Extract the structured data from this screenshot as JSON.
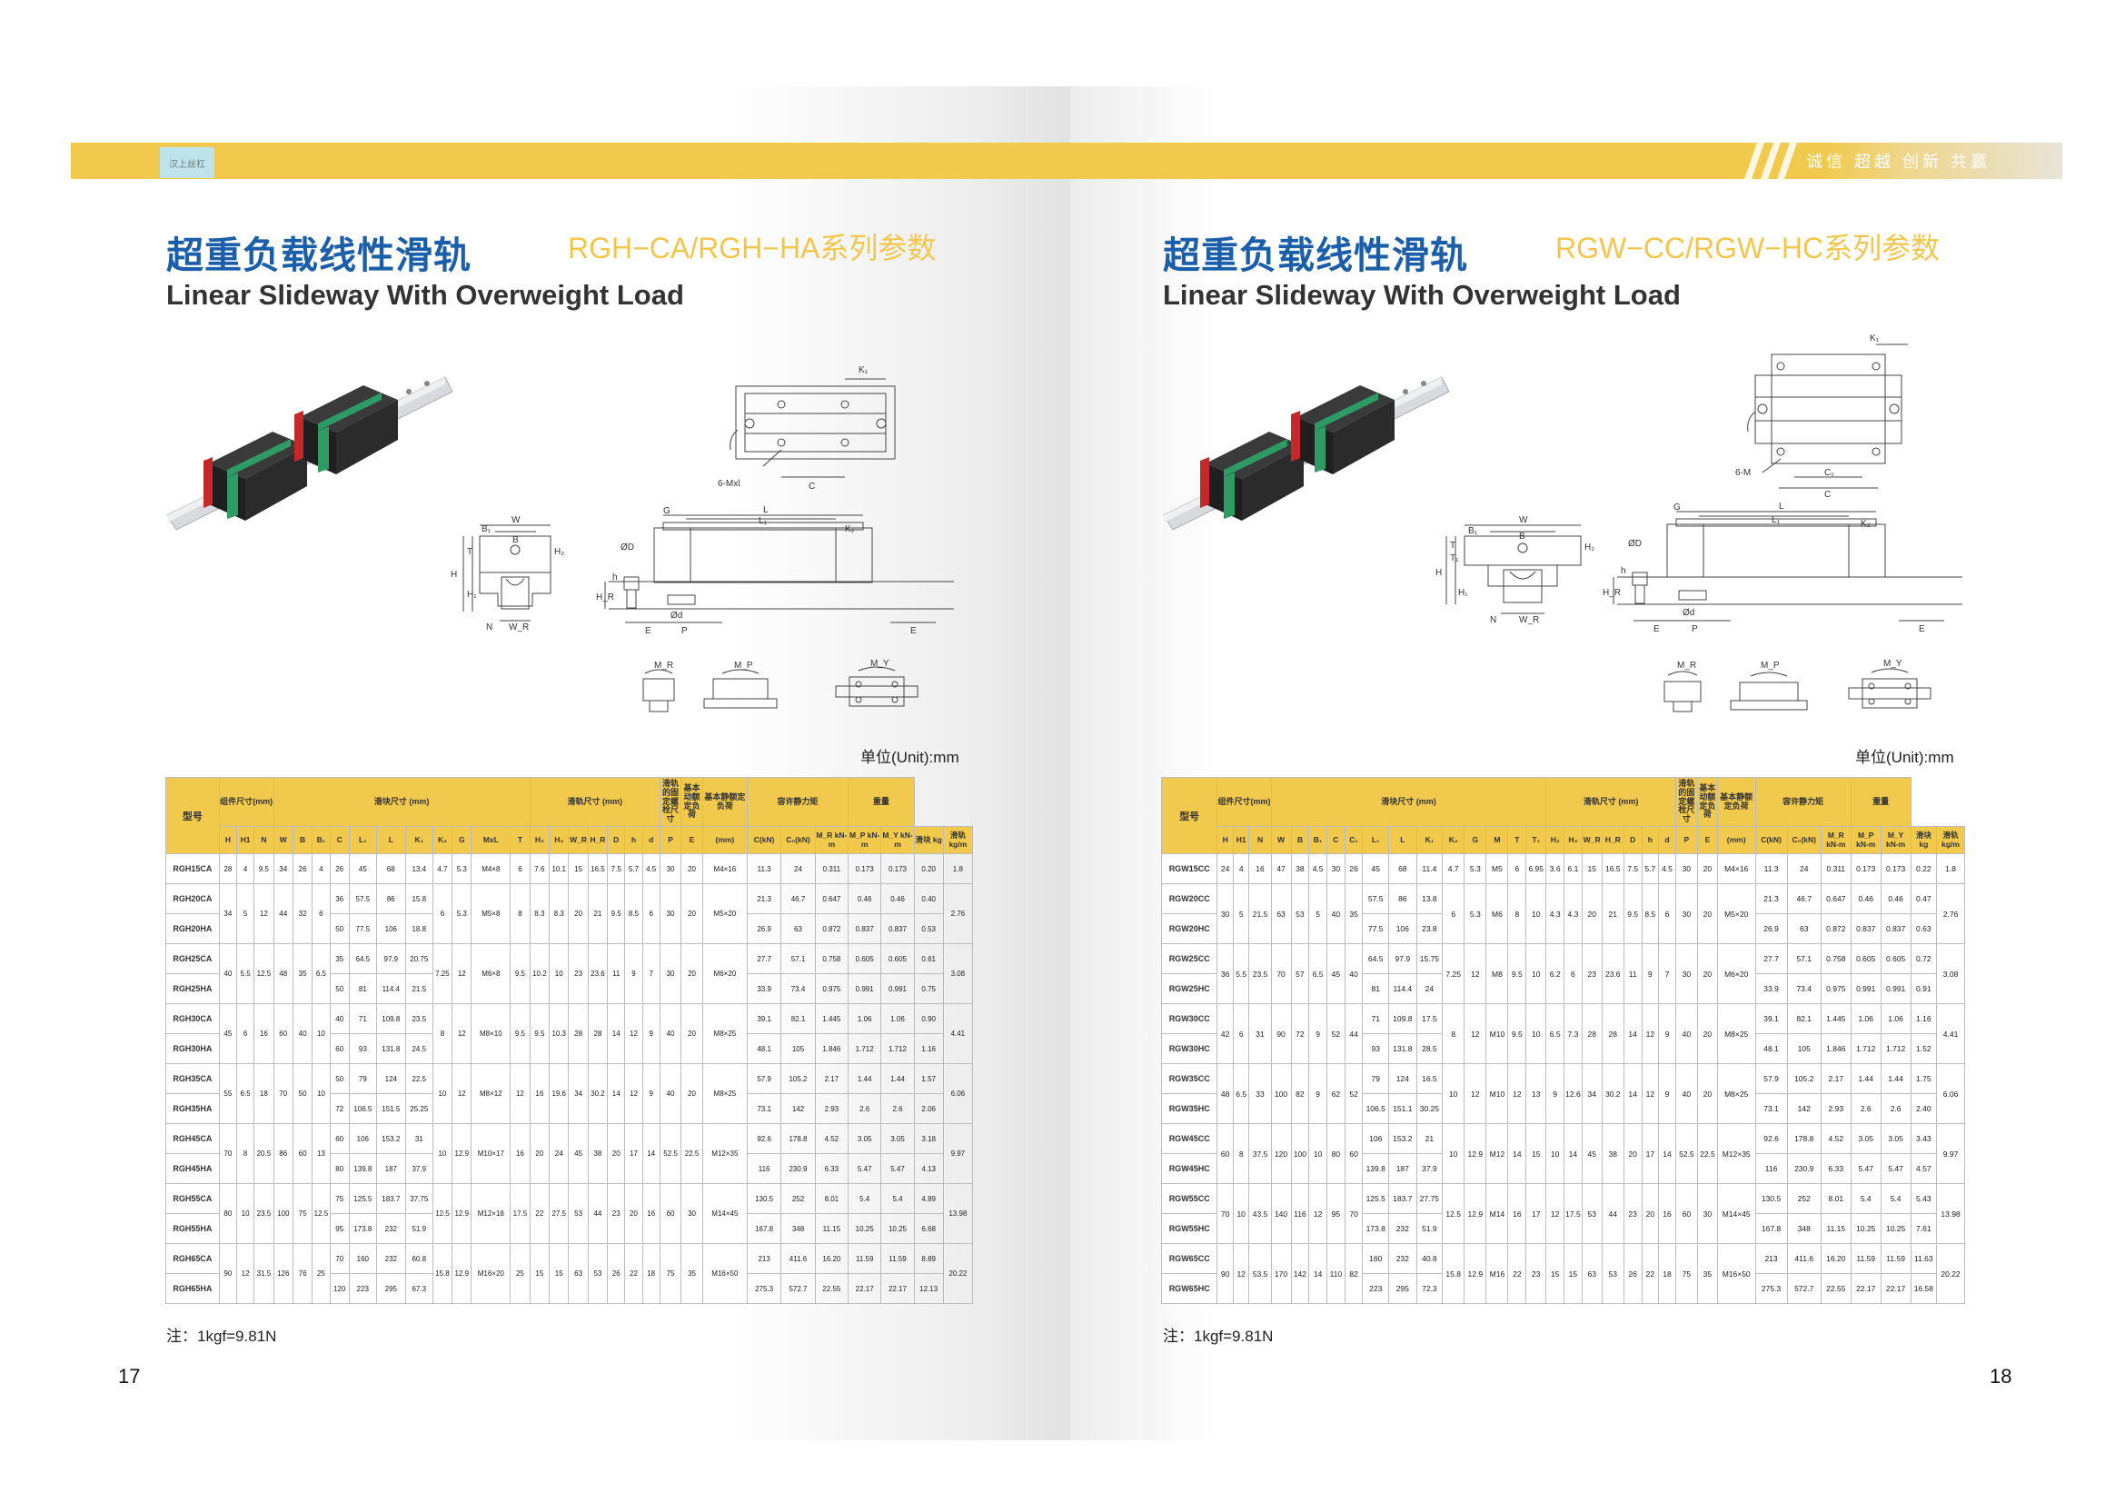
{
  "header": {
    "tag_left": "汉上丝杠",
    "slogan": "诚信 超越 创新 共赢"
  },
  "left_page": {
    "title_cn": "超重负载线性滑轨",
    "series": "RGH−CA/RGH−HA系列参数",
    "title_en": "Linear Slideway With Overweight Load",
    "unit": "单位(Unit):mm",
    "note": "注：1kgf=9.81N",
    "page_number": "17",
    "diagram": {
      "top": [
        "K₁",
        "6-Mxl",
        "C"
      ],
      "front": [
        "W",
        "B",
        "B₁",
        "T",
        "H₂",
        "H",
        "H₁",
        "N",
        "W_R"
      ],
      "side": [
        "G",
        "L",
        "L₁",
        "K₂",
        "ØD",
        "h",
        "H_R",
        "Ød",
        "E",
        "P",
        "E"
      ],
      "moments": [
        "M_R",
        "M_P",
        "M_Y"
      ]
    }
  },
  "right_page": {
    "title_cn": "超重负载线性滑轨",
    "series": "RGW−CC/RGW−HC系列参数",
    "title_en": "Linear Slideway With Overweight Load",
    "unit": "单位(Unit):mm",
    "note": "注：1kgf=9.81N",
    "page_number": "18",
    "diagram": {
      "top": [
        "K₁",
        "6-M",
        "C₁",
        "C"
      ],
      "front": [
        "W",
        "B₁",
        "B",
        "T",
        "T₁",
        "H₂",
        "H",
        "H₁",
        "N",
        "W_R"
      ],
      "side": [
        "G",
        "L",
        "L₁",
        "K₂",
        "ØD",
        "h",
        "H_R",
        "Ød",
        "E",
        "P",
        "E"
      ],
      "moments": [
        "M_R",
        "M_P",
        "M_Y"
      ]
    }
  },
  "left_table": {
    "group_headers": {
      "model": "型号",
      "assembly": "组件尺寸(mm)",
      "block": "滑块尺寸 (mm)",
      "rail": "滑轨尺寸 (mm)",
      "bolt": "滑轨的固定螺栓尺寸",
      "dyn": "基本动额定负荷",
      "stat": "基本静额定负荷",
      "moment": "容许静力矩",
      "weight": "重量"
    },
    "sub_headers": [
      "H",
      "H1",
      "N",
      "W",
      "B",
      "B₁",
      "C",
      "L₁",
      "L",
      "K₁",
      "K₂",
      "G",
      "MxL",
      "T",
      "H₂",
      "H₃",
      "W_R",
      "H_R",
      "D",
      "h",
      "d",
      "P",
      "E",
      "(mm)",
      "C(kN)",
      "C₀(kN)",
      "M_R kN-m",
      "M_P kN-m",
      "M_Y kN-m",
      "滑块 kg",
      "滑轨 kg/m"
    ],
    "rows": [
      [
        "RGH15CA",
        "28",
        "4",
        "9.5",
        "34",
        "26",
        "4",
        "26",
        "45",
        "68",
        "13.4",
        "4.7",
        "5.3",
        "M4×8",
        "6",
        "7.6",
        "10.1",
        "15",
        "16.5",
        "7.5",
        "5.7",
        "4.5",
        "30",
        "20",
        "M4×16",
        "11.3",
        "24",
        "0.311",
        "0.173",
        "0.173",
        "0.20",
        "1.8"
      ],
      [
        "RGH20CA",
        "34",
        "5",
        "12",
        "44",
        "32",
        "6",
        "36",
        "57.5",
        "86",
        "15.8",
        "6",
        "5.3",
        "M5×8",
        "8",
        "8.3",
        "8.3",
        "20",
        "21",
        "9.5",
        "8.5",
        "6",
        "30",
        "20",
        "M5×20",
        "21.3",
        "46.7",
        "0.647",
        "0.46",
        "0.46",
        "0.40",
        "2.76"
      ],
      [
        "RGH20HA",
        "",
        "",
        "",
        "",
        "",
        "",
        "50",
        "77.5",
        "106",
        "18.8",
        "",
        "",
        "",
        "",
        "",
        "",
        "",
        "",
        "",
        "",
        "",
        "",
        "",
        "",
        "26.9",
        "63",
        "0.872",
        "0.837",
        "0.837",
        "0.53",
        ""
      ],
      [
        "RGH25CA",
        "40",
        "5.5",
        "12.5",
        "48",
        "35",
        "6.5",
        "35",
        "64.5",
        "97.9",
        "20.75",
        "7.25",
        "12",
        "M6×8",
        "9.5",
        "10.2",
        "10",
        "23",
        "23.6",
        "11",
        "9",
        "7",
        "30",
        "20",
        "M6×20",
        "27.7",
        "57.1",
        "0.758",
        "0.605",
        "0.605",
        "0.61",
        "3.08"
      ],
      [
        "RGH25HA",
        "",
        "",
        "",
        "",
        "",
        "",
        "50",
        "81",
        "114.4",
        "21.5",
        "",
        "",
        "",
        "",
        "",
        "",
        "",
        "",
        "",
        "",
        "",
        "",
        "",
        "",
        "33.9",
        "73.4",
        "0.975",
        "0.991",
        "0.991",
        "0.75",
        ""
      ],
      [
        "RGH30CA",
        "45",
        "6",
        "16",
        "60",
        "40",
        "10",
        "40",
        "71",
        "109.8",
        "23.5",
        "8",
        "12",
        "M8×10",
        "9.5",
        "9.5",
        "10.3",
        "28",
        "28",
        "14",
        "12",
        "9",
        "40",
        "20",
        "M8×25",
        "39.1",
        "82.1",
        "1.445",
        "1.06",
        "1.06",
        "0.90",
        "4.41"
      ],
      [
        "RGH30HA",
        "",
        "",
        "",
        "",
        "",
        "",
        "60",
        "93",
        "131.8",
        "24.5",
        "",
        "",
        "",
        "",
        "",
        "",
        "",
        "",
        "",
        "",
        "",
        "",
        "",
        "",
        "48.1",
        "105",
        "1.846",
        "1.712",
        "1.712",
        "1.16",
        ""
      ],
      [
        "RGH35CA",
        "55",
        "6.5",
        "18",
        "70",
        "50",
        "10",
        "50",
        "79",
        "124",
        "22.5",
        "10",
        "12",
        "M8×12",
        "12",
        "16",
        "19.6",
        "34",
        "30.2",
        "14",
        "12",
        "9",
        "40",
        "20",
        "M8×25",
        "57.9",
        "105.2",
        "2.17",
        "1.44",
        "1.44",
        "1.57",
        "6.06"
      ],
      [
        "RGH35HA",
        "",
        "",
        "",
        "",
        "",
        "",
        "72",
        "106.5",
        "151.5",
        "25.25",
        "",
        "",
        "",
        "",
        "",
        "",
        "",
        "",
        "",
        "",
        "",
        "",
        "",
        "",
        "73.1",
        "142",
        "2.93",
        "2.6",
        "2.6",
        "2.06",
        ""
      ],
      [
        "RGH45CA",
        "70",
        "8",
        "20.5",
        "86",
        "60",
        "13",
        "60",
        "106",
        "153.2",
        "31",
        "10",
        "12.9",
        "M10×17",
        "16",
        "20",
        "24",
        "45",
        "38",
        "20",
        "17",
        "14",
        "52.5",
        "22.5",
        "M12×35",
        "92.6",
        "178.8",
        "4.52",
        "3.05",
        "3.05",
        "3.18",
        "9.97"
      ],
      [
        "RGH45HA",
        "",
        "",
        "",
        "",
        "",
        "",
        "80",
        "139.8",
        "187",
        "37.9",
        "",
        "",
        "",
        "",
        "",
        "",
        "",
        "",
        "",
        "",
        "",
        "",
        "",
        "",
        "116",
        "230.9",
        "6.33",
        "5.47",
        "5.47",
        "4.13",
        ""
      ],
      [
        "RGH55CA",
        "80",
        "10",
        "23.5",
        "100",
        "75",
        "12.5",
        "75",
        "125.5",
        "183.7",
        "37.75",
        "12.5",
        "12.9",
        "M12×18",
        "17.5",
        "22",
        "27.5",
        "53",
        "44",
        "23",
        "20",
        "16",
        "60",
        "30",
        "M14×45",
        "130.5",
        "252",
        "8.01",
        "5.4",
        "5.4",
        "4.89",
        "13.98"
      ],
      [
        "RGH55HA",
        "",
        "",
        "",
        "",
        "",
        "",
        "95",
        "173.8",
        "232",
        "51.9",
        "",
        "",
        "",
        "",
        "",
        "",
        "",
        "",
        "",
        "",
        "",
        "",
        "",
        "",
        "167.8",
        "348",
        "11.15",
        "10.25",
        "10.25",
        "6.68",
        ""
      ],
      [
        "RGH65CA",
        "90",
        "12",
        "31.5",
        "126",
        "76",
        "25",
        "70",
        "160",
        "232",
        "60.8",
        "15.8",
        "12.9",
        "M16×20",
        "25",
        "15",
        "15",
        "63",
        "53",
        "26",
        "22",
        "18",
        "75",
        "35",
        "M16×50",
        "213",
        "411.6",
        "16.20",
        "11.59",
        "11.59",
        "8.89",
        "20.22"
      ],
      [
        "RGH65HA",
        "",
        "",
        "",
        "",
        "",
        "",
        "120",
        "223",
        "295",
        "67.3",
        "",
        "",
        "",
        "",
        "",
        "",
        "",
        "",
        "",
        "",
        "",
        "",
        "",
        "",
        "275.3",
        "572.7",
        "22.55",
        "22.17",
        "22.17",
        "12.13",
        ""
      ]
    ]
  },
  "right_table": {
    "group_headers": {
      "model": "型号",
      "assembly": "组件尺寸(mm)",
      "block": "滑块尺寸 (mm)",
      "rail": "滑轨尺寸 (mm)",
      "bolt": "滑轨的固定螺栓尺寸",
      "dyn": "基本动额定负荷",
      "stat": "基本静额定负荷",
      "moment": "容许静力矩",
      "weight": "重量"
    },
    "sub_headers": [
      "H",
      "H1",
      "N",
      "W",
      "B",
      "B₁",
      "C",
      "C₁",
      "L₁",
      "L",
      "K₁",
      "K₂",
      "G",
      "M",
      "T",
      "T₁",
      "H₂",
      "H₃",
      "W_R",
      "H_R",
      "D",
      "h",
      "d",
      "P",
      "E",
      "(mm)",
      "C(kN)",
      "C₀(kN)",
      "M_R kN-m",
      "M_P kN-m",
      "M_Y kN-m",
      "滑块 kg",
      "滑轨 kg/m"
    ],
    "rows": [
      [
        "RGW15CC",
        "24",
        "4",
        "16",
        "47",
        "38",
        "4.5",
        "30",
        "26",
        "45",
        "68",
        "11.4",
        "4.7",
        "5.3",
        "M5",
        "6",
        "6.95",
        "3.6",
        "6.1",
        "15",
        "16.5",
        "7.5",
        "5.7",
        "4.5",
        "30",
        "20",
        "M4×16",
        "11.3",
        "24",
        "0.311",
        "0.173",
        "0.173",
        "0.22",
        "1.8"
      ],
      [
        "RGW20CC",
        "30",
        "5",
        "21.5",
        "63",
        "53",
        "5",
        "40",
        "35",
        "57.5",
        "86",
        "13.8",
        "6",
        "5.3",
        "M6",
        "8",
        "10",
        "4.3",
        "4.3",
        "20",
        "21",
        "9.5",
        "8.5",
        "6",
        "30",
        "20",
        "M5×20",
        "21.3",
        "46.7",
        "0.647",
        "0.46",
        "0.46",
        "0.47",
        "2.76"
      ],
      [
        "RGW20HC",
        "",
        "",
        "",
        "",
        "",
        "",
        "",
        "",
        "77.5",
        "106",
        "23.8",
        "",
        "",
        "",
        "",
        "",
        "",
        "",
        "",
        "",
        "",
        "",
        "",
        "",
        "",
        "",
        "26.9",
        "63",
        "0.872",
        "0.837",
        "0.837",
        "0.63",
        ""
      ],
      [
        "RGW25CC",
        "36",
        "5.5",
        "23.5",
        "70",
        "57",
        "6.5",
        "45",
        "40",
        "64.5",
        "97.9",
        "15.75",
        "7.25",
        "12",
        "M8",
        "9.5",
        "10",
        "6.2",
        "6",
        "23",
        "23.6",
        "11",
        "9",
        "7",
        "30",
        "20",
        "M6×20",
        "27.7",
        "57.1",
        "0.758",
        "0.605",
        "0.605",
        "0.72",
        "3.08"
      ],
      [
        "RGW25HC",
        "",
        "",
        "",
        "",
        "",
        "",
        "",
        "",
        "81",
        "114.4",
        "24",
        "",
        "",
        "",
        "",
        "",
        "",
        "",
        "",
        "",
        "",
        "",
        "",
        "",
        "",
        "",
        "33.9",
        "73.4",
        "0.975",
        "0.991",
        "0.991",
        "0.91",
        ""
      ],
      [
        "RGW30CC",
        "42",
        "6",
        "31",
        "90",
        "72",
        "9",
        "52",
        "44",
        "71",
        "109.8",
        "17.5",
        "8",
        "12",
        "M10",
        "9.5",
        "10",
        "6.5",
        "7.3",
        "28",
        "28",
        "14",
        "12",
        "9",
        "40",
        "20",
        "M8×25",
        "39.1",
        "82.1",
        "1.445",
        "1.06",
        "1.06",
        "1.16",
        "4.41"
      ],
      [
        "RGW30HC",
        "",
        "",
        "",
        "",
        "",
        "",
        "",
        "",
        "93",
        "131.8",
        "28.5",
        "",
        "",
        "",
        "",
        "",
        "",
        "",
        "",
        "",
        "",
        "",
        "",
        "",
        "",
        "",
        "48.1",
        "105",
        "1.846",
        "1.712",
        "1.712",
        "1.52",
        ""
      ],
      [
        "RGW35CC",
        "48",
        "6.5",
        "33",
        "100",
        "82",
        "9",
        "62",
        "52",
        "79",
        "124",
        "16.5",
        "10",
        "12",
        "M10",
        "12",
        "13",
        "9",
        "12.6",
        "34",
        "30.2",
        "14",
        "12",
        "9",
        "40",
        "20",
        "M8×25",
        "57.9",
        "105.2",
        "2.17",
        "1.44",
        "1.44",
        "1.75",
        "6.06"
      ],
      [
        "RGW35HC",
        "",
        "",
        "",
        "",
        "",
        "",
        "",
        "",
        "106.5",
        "151.1",
        "30.25",
        "",
        "",
        "",
        "",
        "",
        "",
        "",
        "",
        "",
        "",
        "",
        "",
        "",
        "",
        "",
        "73.1",
        "142",
        "2.93",
        "2.6",
        "2.6",
        "2.40",
        ""
      ],
      [
        "RGW45CC",
        "60",
        "8",
        "37.5",
        "120",
        "100",
        "10",
        "80",
        "60",
        "106",
        "153.2",
        "21",
        "10",
        "12.9",
        "M12",
        "14",
        "15",
        "10",
        "14",
        "45",
        "38",
        "20",
        "17",
        "14",
        "52.5",
        "22.5",
        "M12×35",
        "92.6",
        "178.8",
        "4.52",
        "3.05",
        "3.05",
        "3.43",
        "9.97"
      ],
      [
        "RGW45HC",
        "",
        "",
        "",
        "",
        "",
        "",
        "",
        "",
        "139.8",
        "187",
        "37.9",
        "",
        "",
        "",
        "",
        "",
        "",
        "",
        "",
        "",
        "",
        "",
        "",
        "",
        "",
        "",
        "116",
        "230.9",
        "6.33",
        "5.47",
        "5.47",
        "4.57",
        ""
      ],
      [
        "RGW55CC",
        "70",
        "10",
        "43.5",
        "140",
        "116",
        "12",
        "95",
        "70",
        "125.5",
        "183.7",
        "27.75",
        "12.5",
        "12.9",
        "M14",
        "16",
        "17",
        "12",
        "17.5",
        "53",
        "44",
        "23",
        "20",
        "16",
        "60",
        "30",
        "M14×45",
        "130.5",
        "252",
        "8.01",
        "5.4",
        "5.4",
        "5.43",
        "13.98"
      ],
      [
        "RGW55HC",
        "",
        "",
        "",
        "",
        "",
        "",
        "",
        "",
        "173.8",
        "232",
        "51.9",
        "",
        "",
        "",
        "",
        "",
        "",
        "",
        "",
        "",
        "",
        "",
        "",
        "",
        "",
        "",
        "167.8",
        "348",
        "11.15",
        "10.25",
        "10.25",
        "7.61",
        ""
      ],
      [
        "RGW65CC",
        "90",
        "12",
        "53.5",
        "170",
        "142",
        "14",
        "110",
        "82",
        "160",
        "232",
        "40.8",
        "15.8",
        "12.9",
        "M16",
        "22",
        "23",
        "15",
        "15",
        "63",
        "53",
        "26",
        "22",
        "18",
        "75",
        "35",
        "M16×50",
        "213",
        "411.6",
        "16.20",
        "11.59",
        "11.59",
        "11.63",
        "20.22"
      ],
      [
        "RGW65HC",
        "",
        "",
        "",
        "",
        "",
        "",
        "",
        "",
        "223",
        "295",
        "72.3",
        "",
        "",
        "",
        "",
        "",
        "",
        "",
        "",
        "",
        "",
        "",
        "",
        "",
        "",
        "",
        "275.3",
        "572.7",
        "22.55",
        "22.17",
        "22.17",
        "16.58",
        ""
      ]
    ]
  }
}
